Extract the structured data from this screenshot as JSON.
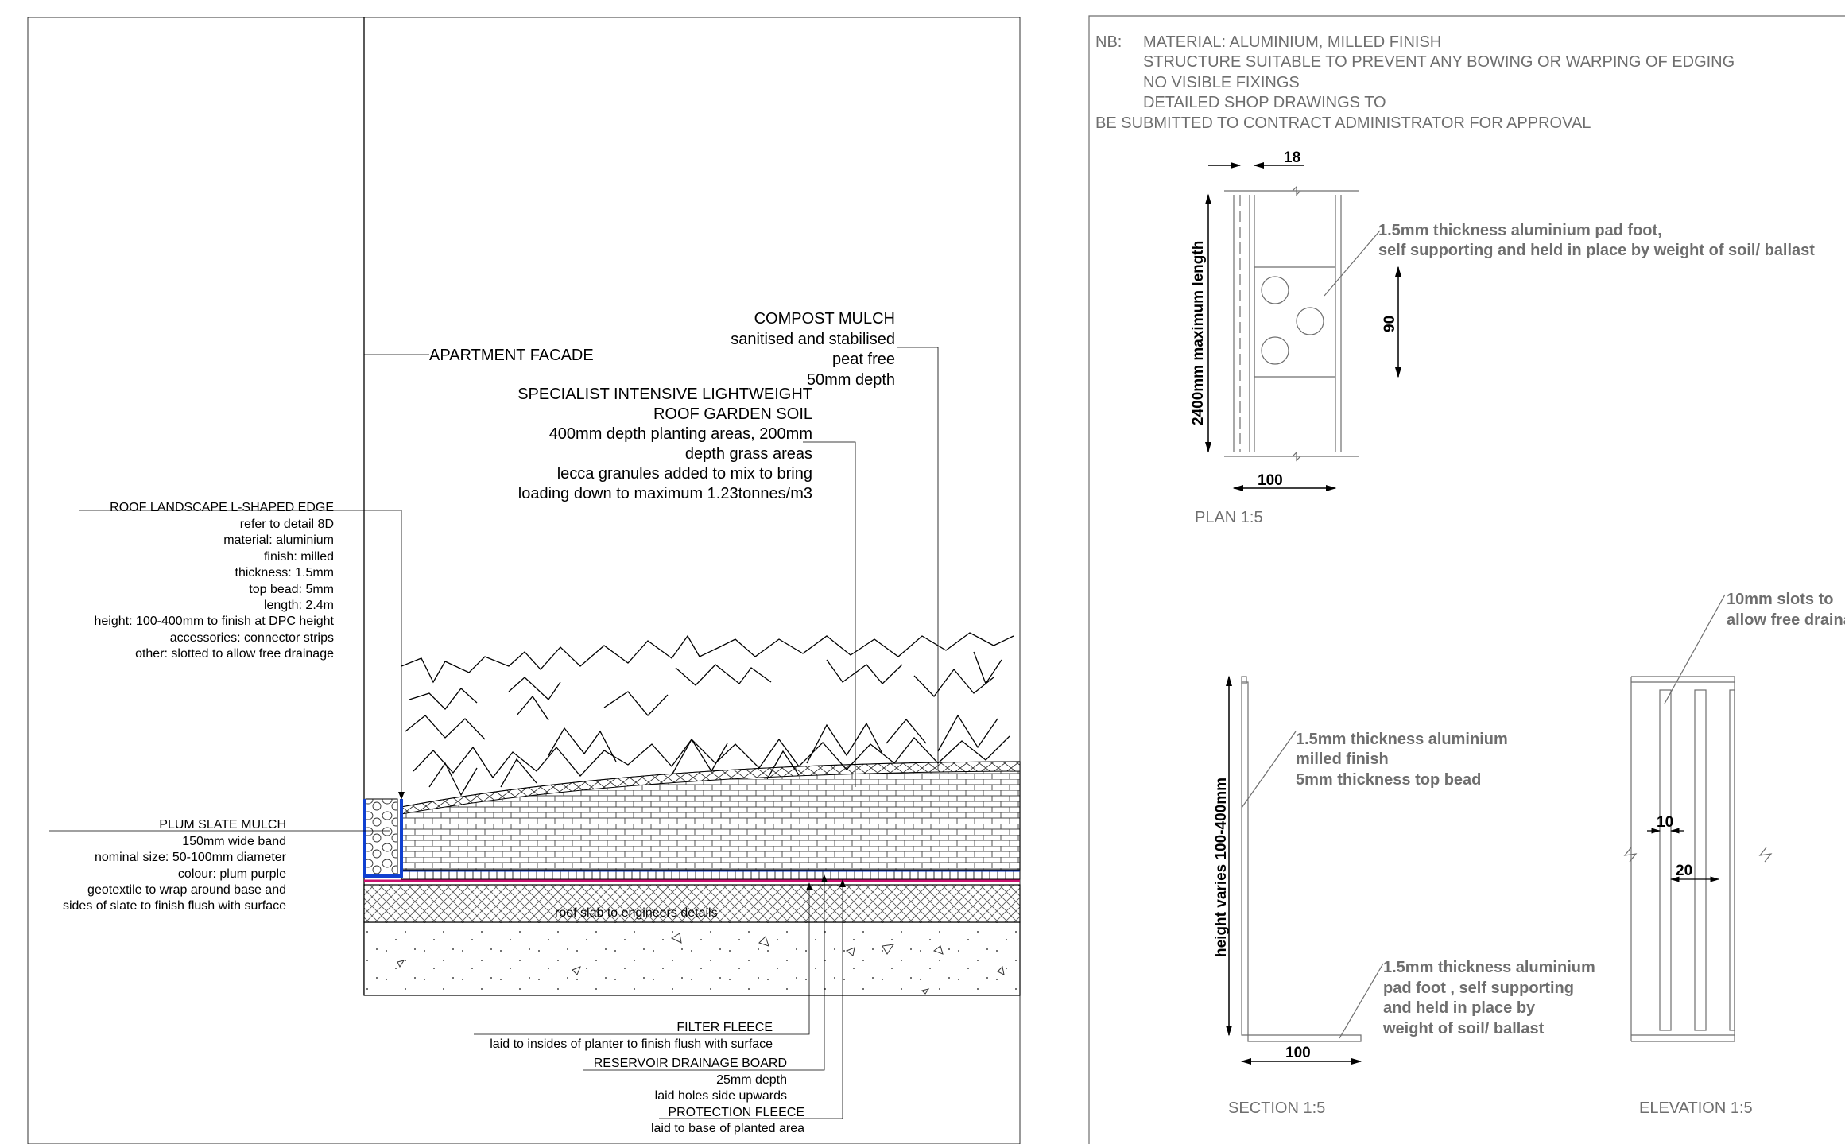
{
  "section_drawing": {
    "facade_label": "APARTMENT FACADE",
    "compost": {
      "title": "COMPOST MULCH",
      "lines": [
        "sanitised and stabilised",
        "peat free",
        "50mm depth"
      ]
    },
    "soil": {
      "title_lines": [
        "SPECIALIST INTENSIVE LIGHTWEIGHT",
        "ROOF GARDEN SOIL"
      ],
      "lines": [
        "400mm depth planting areas, 200mm",
        "depth grass areas",
        "lecca granules added to mix to bring",
        "loading down to maximum 1.23tonnes/m3"
      ]
    },
    "edge": {
      "title": "ROOF LANDSCAPE L-SHAPED EDGE",
      "lines": [
        "refer to detail 8D",
        "material: aluminium",
        "finish: milled",
        "thickness: 1.5mm",
        "top bead: 5mm",
        "length: 2.4m",
        "height: 100-400mm to finish at  DPC height",
        "accessories: connector strips",
        "other: slotted to allow free drainage"
      ]
    },
    "slate": {
      "title": "PLUM SLATE MULCH",
      "lines": [
        "150mm wide band",
        "nominal size: 50-100mm diameter",
        "colour: plum purple",
        "geotextile to wrap around base and",
        "sides of slate to finish flush with surface"
      ]
    },
    "slab_label": "roof slab to engineers details",
    "filter": {
      "title": "FILTER FLEECE",
      "lines": [
        "laid to insides of planter to finish flush with surface"
      ]
    },
    "reservoir": {
      "title": "RESERVOIR DRAINAGE BOARD",
      "lines": [
        "25mm depth",
        "laid holes side upwards"
      ]
    },
    "protection": {
      "title": "PROTECTION FLEECE",
      "lines": [
        "laid to base of planted area"
      ]
    }
  },
  "notes": {
    "prefix": "NB:",
    "lines": [
      "MATERIAL: ALUMINIUM, MILLED FINISH",
      "STRUCTURE SUITABLE TO PREVENT ANY BOWING OR WARPING OF EDGING",
      "NO VISIBLE FIXINGS",
      "DETAILED SHOP DRAWINGS TO"
    ],
    "last_line": "BE SUBMITTED TO CONTRACT ADMINISTRATOR FOR APPROVAL"
  },
  "plan": {
    "dim_top": "18",
    "dim_side": "2400mm maximum length",
    "dim_bottom": "100",
    "dim_right": "90",
    "callout_lines": [
      "1.5mm thickness aluminium  pad foot,",
      "self supporting and held in place by weight of soil/ ballast"
    ],
    "title": "PLAN 1:5"
  },
  "section": {
    "dim_side": "height varies 100-400mm",
    "dim_bottom": "100",
    "callout_top": [
      "1.5mm thickness aluminium",
      "milled finish",
      "5mm thickness top bead"
    ],
    "callout_bottom": [
      "1.5mm thickness aluminium",
      "pad foot , self supporting",
      "and held in place by",
      "weight of soil/ ballast"
    ],
    "title": "SECTION 1:5"
  },
  "elevation": {
    "callout_lines": [
      "10mm slots to",
      "allow free drainage"
    ],
    "dim_slot": "10",
    "dim_spacing": "20",
    "title": "ELEVATION 1:5"
  }
}
